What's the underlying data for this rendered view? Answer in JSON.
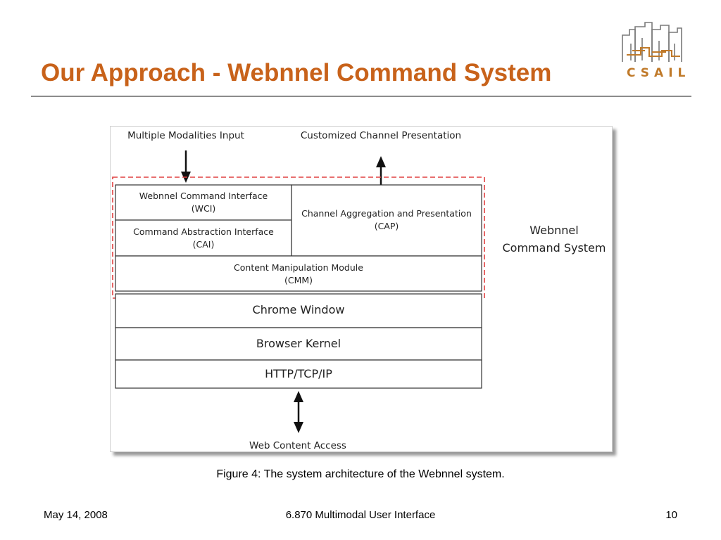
{
  "slide": {
    "title": "Our Approach - Webnnel Command System",
    "logo_text": "CSAIL",
    "logo_icon": "building-outline-icon",
    "accent_color": "#c8621a"
  },
  "diagram": {
    "input_label": "Multiple Modalities Input",
    "output_label": "Customized Channel Presentation",
    "bottom_label": "Web Content Access",
    "system_label_line1": "Webnnel",
    "system_label_line2": "Command System",
    "boxes": {
      "wci_line1": "Webnnel Command Interface",
      "wci_line2": "(WCI)",
      "cai_line1": "Command Abstraction Interface",
      "cai_line2": "(CAI)",
      "cap_line1": "Channel Aggregation and Presentation",
      "cap_line2": "(CAP)",
      "cmm_line1": "Content Manipulation Module",
      "cmm_line2": "(CMM)",
      "chrome": "Chrome Window",
      "kernel": "Browser Kernel",
      "network": "HTTP/TCP/IP"
    },
    "dashed_border_color": "#e04040"
  },
  "caption": "Figure 4: The system architecture of the Webnnel system.",
  "footer": {
    "date": "May 14, 2008",
    "course": "6.870 Multimodal User Interface",
    "page": "10"
  }
}
